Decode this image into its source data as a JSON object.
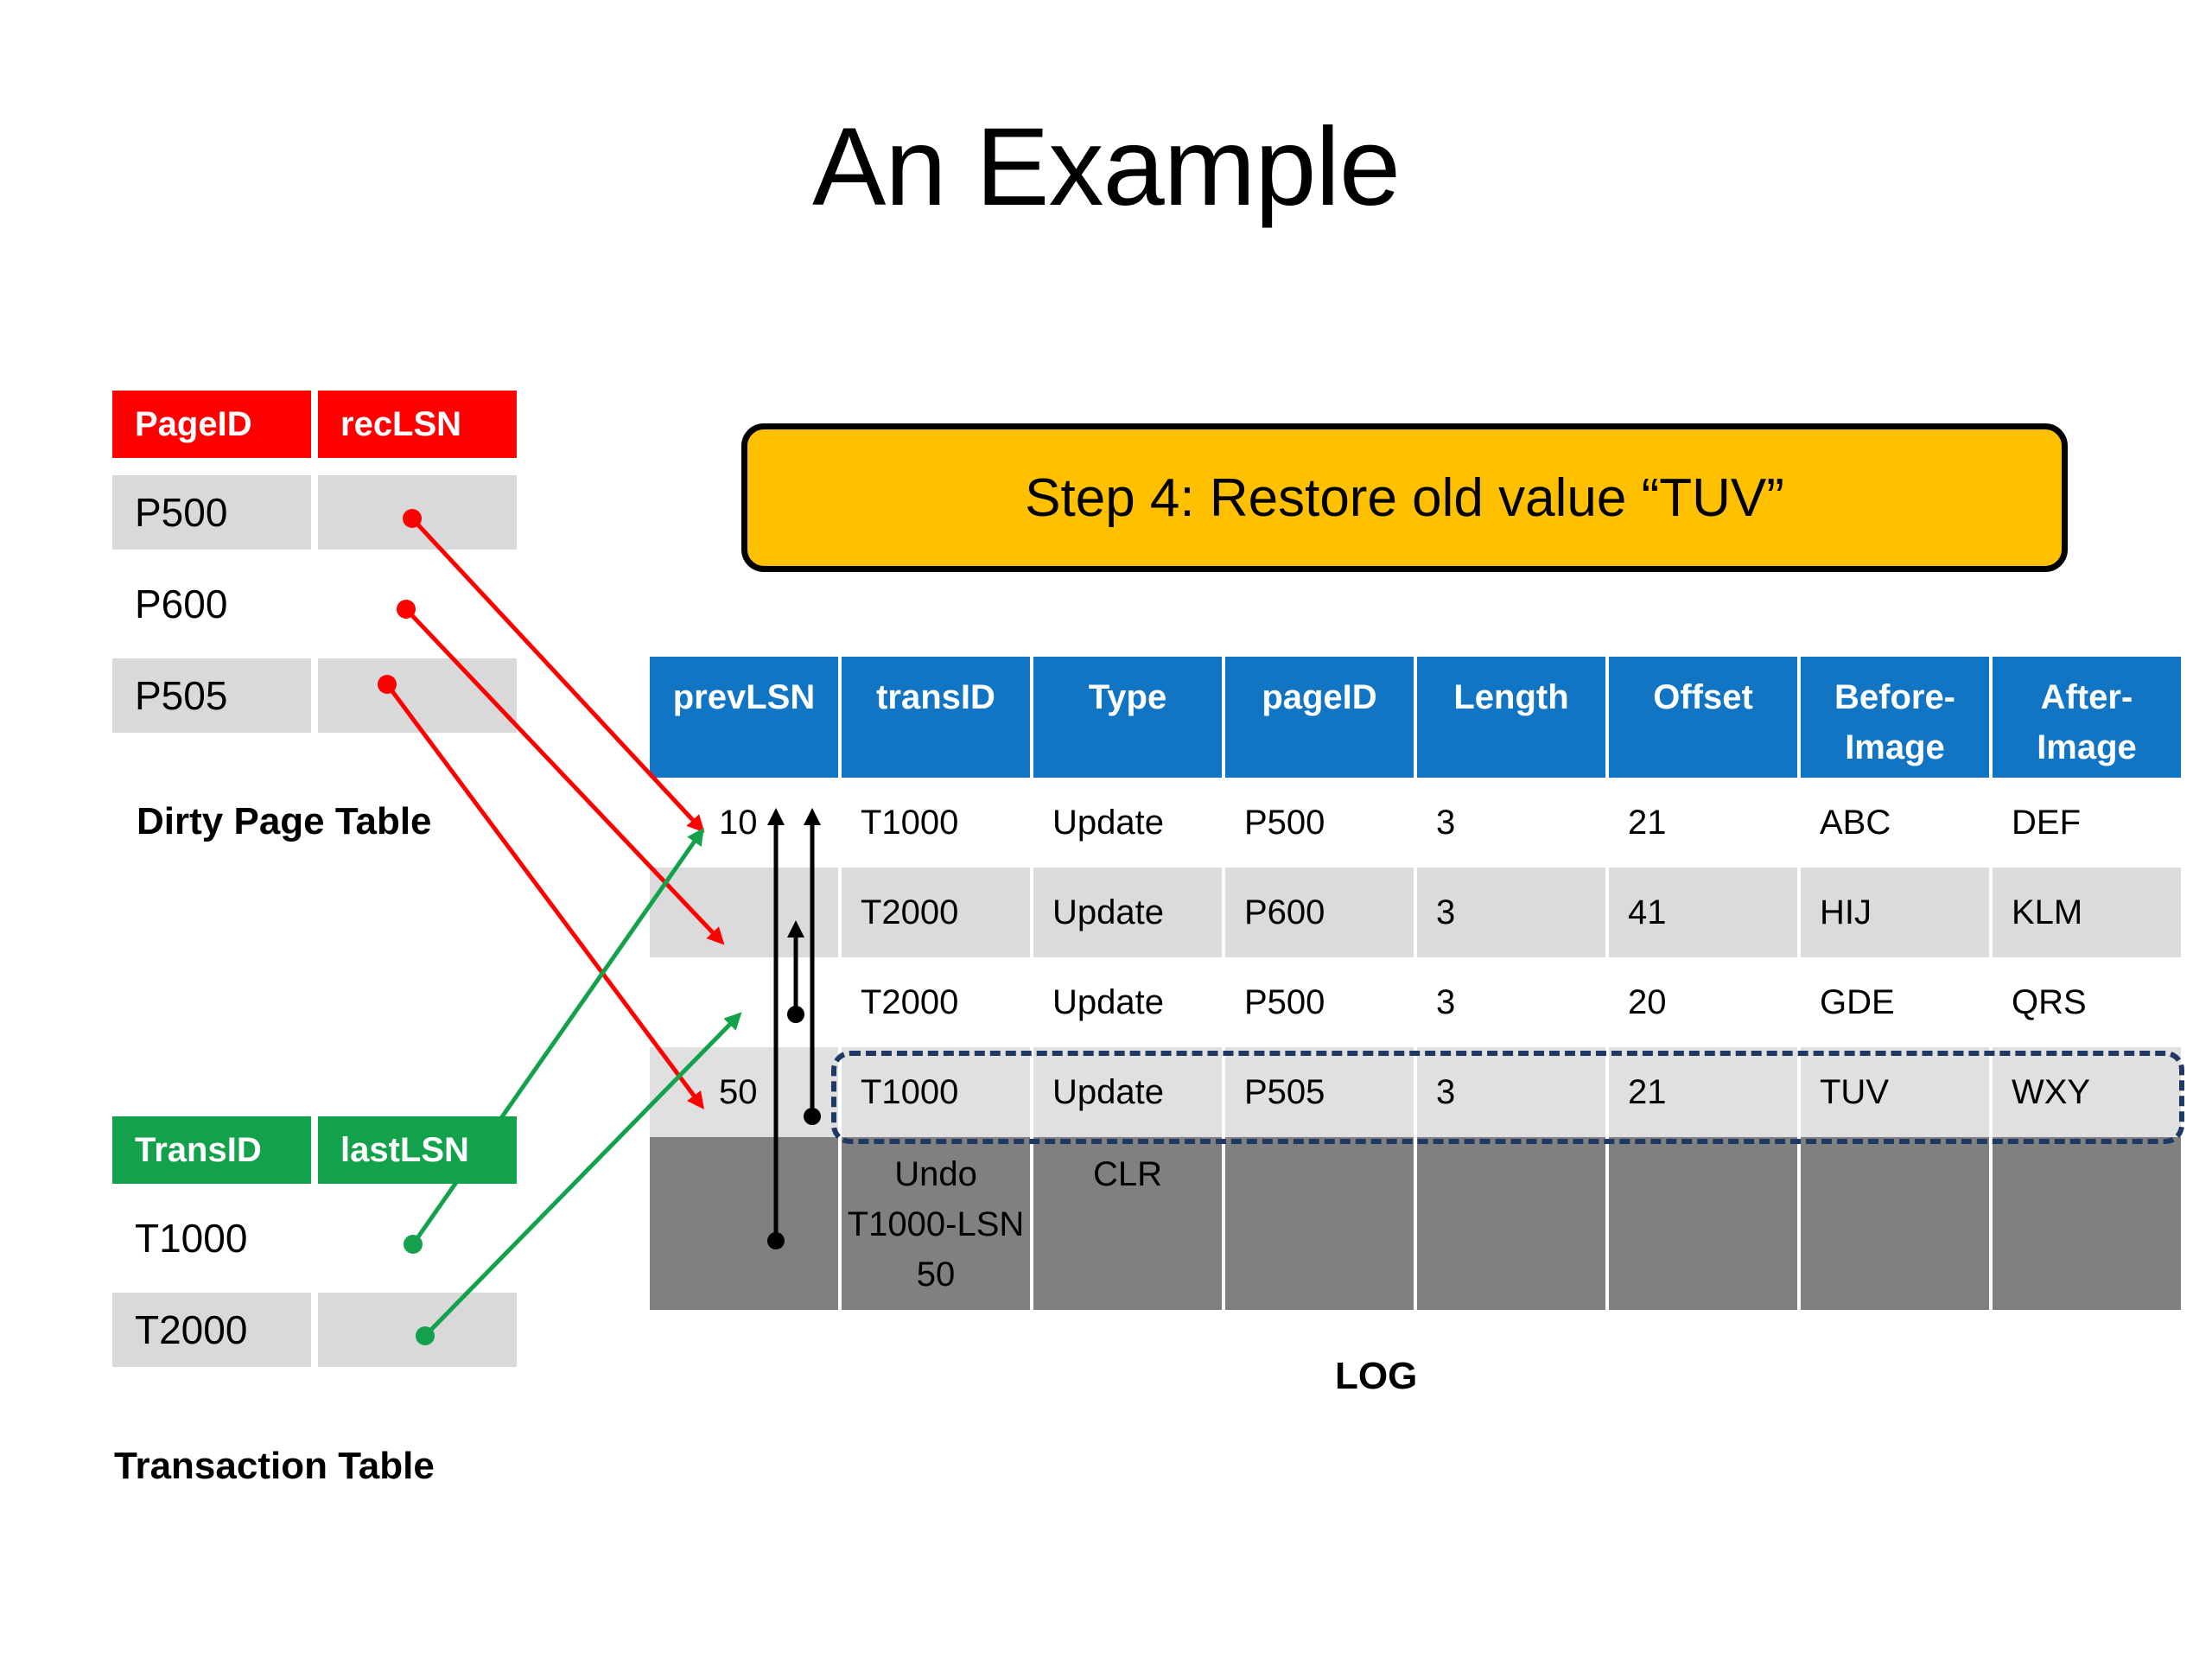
{
  "slide": {
    "title": "An Example"
  },
  "callout": {
    "text": "Step 4: Restore old value “TUV”",
    "fill": "#FFC000",
    "border": "#000000"
  },
  "dirty_page_table": {
    "caption": "Dirty Page Table",
    "header_color": "#FF0000",
    "headers": [
      "PageID",
      "recLSN"
    ],
    "rows": [
      {
        "pageid": "P500",
        "reclsn": "",
        "shaded": true
      },
      {
        "pageid": "P600",
        "reclsn": "",
        "shaded": false
      },
      {
        "pageid": "P505",
        "reclsn": "",
        "shaded": true
      }
    ]
  },
  "transaction_table": {
    "caption": "Transaction Table",
    "header_color": "#13A24B",
    "headers": [
      "TransID",
      "lastLSN"
    ],
    "rows": [
      {
        "transid": "T1000",
        "lastlsn": "",
        "shaded": false
      },
      {
        "transid": "T2000",
        "lastlsn": "",
        "shaded": true
      }
    ]
  },
  "log_table": {
    "caption": "LOG",
    "header_color": "#1175C4",
    "headers": [
      "prevLSN",
      "transID",
      "Type",
      "pageID",
      "Length",
      "Offset",
      "Before-Image",
      "After-Image"
    ],
    "rows": [
      {
        "prevLSN": "10",
        "transID": "T1000",
        "Type": "Update",
        "pageID": "P500",
        "Length": "3",
        "Offset": "21",
        "BeforeImage": "ABC",
        "AfterImage": "DEF",
        "shaded": false,
        "highlighted": false,
        "clr": false
      },
      {
        "prevLSN": "",
        "transID": "T2000",
        "Type": "Update",
        "pageID": "P600",
        "Length": "3",
        "Offset": "41",
        "BeforeImage": "HIJ",
        "AfterImage": "KLM",
        "shaded": true,
        "highlighted": false,
        "clr": false
      },
      {
        "prevLSN": "",
        "transID": "T2000",
        "Type": "Update",
        "pageID": "P500",
        "Length": "3",
        "Offset": "20",
        "BeforeImage": "GDE",
        "AfterImage": "QRS",
        "shaded": false,
        "highlighted": false,
        "clr": false
      },
      {
        "prevLSN": "50",
        "transID": "T1000",
        "Type": "Update",
        "pageID": "P505",
        "Length": "3",
        "Offset": "21",
        "BeforeImage": "TUV",
        "AfterImage": "WXY",
        "shaded": true,
        "highlighted": true,
        "clr": false
      },
      {
        "prevLSN": "",
        "transID": "Undo T1000-LSN 50",
        "Type": "CLR",
        "pageID": "",
        "Length": "",
        "Offset": "",
        "BeforeImage": "",
        "AfterImage": "",
        "shaded": false,
        "highlighted": false,
        "clr": true
      }
    ],
    "highlight_border_color": "#1F3864"
  },
  "connectors": {
    "red_color": "#FF0000",
    "green_color": "#13A24B",
    "black_color": "#000000",
    "red_links": [
      {
        "from": "dpt-P500-recLSN",
        "to": "log-row2-prevLSN"
      },
      {
        "from": "dpt-P600-recLSN",
        "to": "log-row1-prevLSN"
      },
      {
        "from": "dpt-P505-recLSN",
        "to": "log-row4-prevLSN"
      }
    ],
    "green_links": [
      {
        "from": "tt-T1000-lastLSN",
        "to": "log-row4-prevLSN"
      },
      {
        "from": "tt-T2000-lastLSN",
        "to": "log-row1-prevLSN"
      }
    ],
    "black_links": [
      {
        "from": "log-clr-row",
        "to": "log-row1-prevLSN"
      },
      {
        "from": "log-row3-prevLSN",
        "to": "log-row1-prevLSN"
      },
      {
        "from": "log-row4-prevLSN",
        "to": "log-row1-prevLSN"
      }
    ]
  }
}
